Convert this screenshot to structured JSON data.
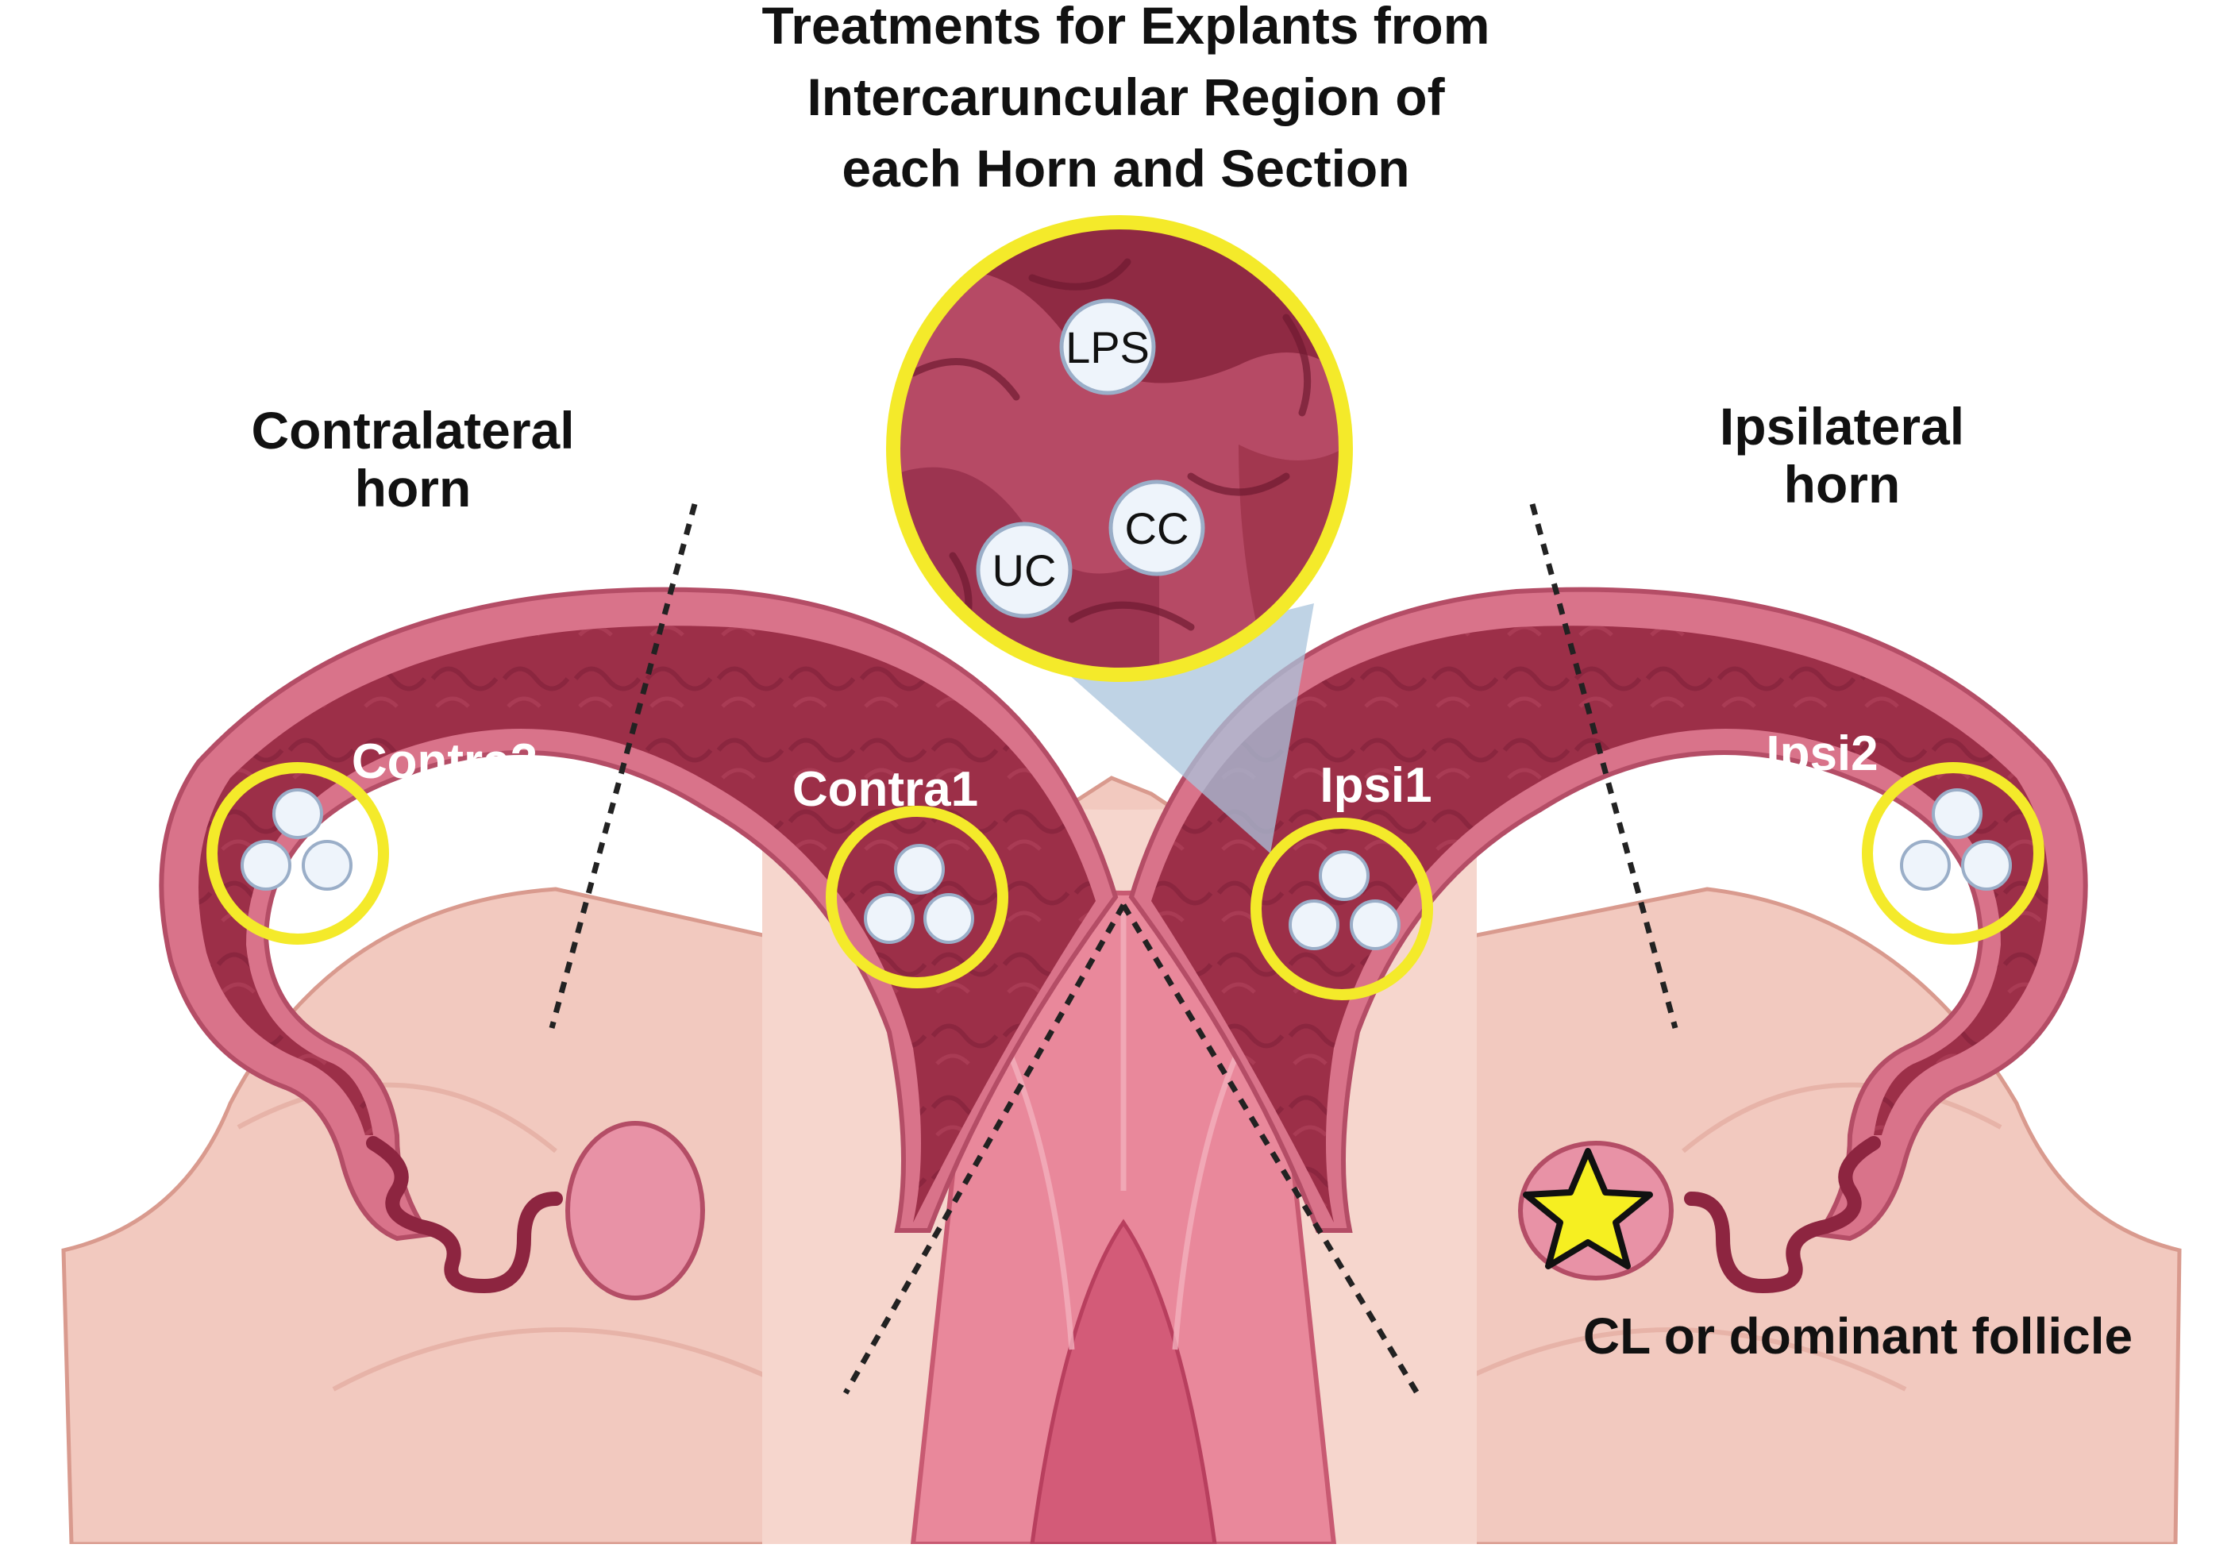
{
  "title_lines": [
    "Treatments for Explants from",
    "Intercaruncular Region of",
    "each Horn and Section"
  ],
  "contralateral_label": [
    "Contralateral",
    "horn"
  ],
  "ipsilateral_label": [
    "Ipsilateral",
    "horn"
  ],
  "regions": {
    "contra2": "Contra2",
    "contra1": "Contra1",
    "ipsi1": "Ipsi1",
    "ipsi2": "Ipsi2"
  },
  "treatments": [
    "LPS",
    "CC",
    "UC"
  ],
  "structure_label": "CL or dominant follicle",
  "colors": {
    "highlight_ring": "#f4ea2a",
    "endometrium": "#9c2f48",
    "tissue_light": "#f1c6bb",
    "star": "#f6ef21",
    "explant": "#eef4fb"
  }
}
